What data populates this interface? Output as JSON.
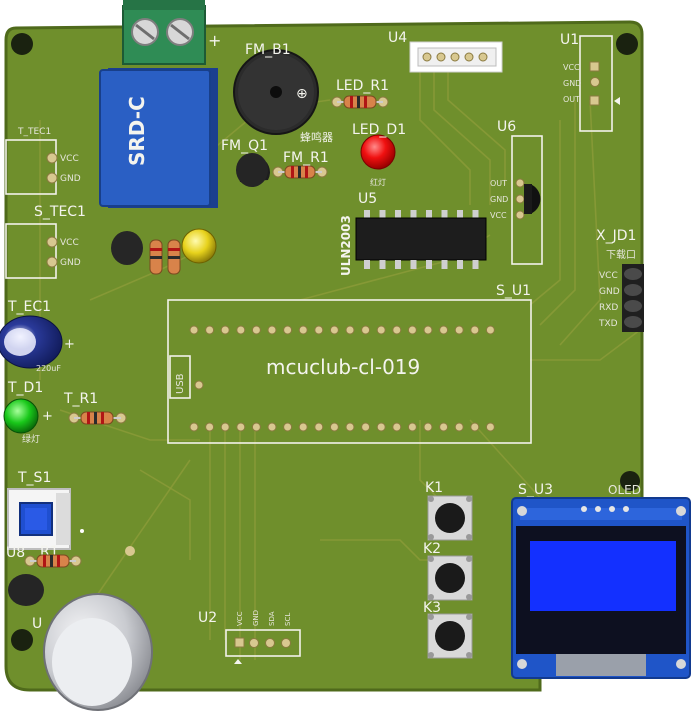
{
  "board": {
    "title": "mcuclub-cl-019",
    "colors": {
      "pcb": "#6f8f2c",
      "silkscreen": "#f4f4ee",
      "relay": "#2a5fc4",
      "oled_bezel": "#1f55c8",
      "oled_screen": "#1330ff"
    }
  },
  "labels": {
    "fm_b1": "FM_B1",
    "buzzer_cn": "蜂鸣器",
    "led_r1": "LED_R1",
    "led_d1": "LED_D1",
    "led_d1_sub": "红灯",
    "fm_q1": "FM_Q1",
    "fm_r1": "FM_R1",
    "relay_text": "SRD-C",
    "u4": "U4",
    "u1": "U1",
    "u1_pins": [
      "VCC",
      "GND",
      "OUT"
    ],
    "u6": "U6",
    "u6_pins": [
      "OUT",
      "GND",
      "VCC"
    ],
    "u5": "U5",
    "uln": "ULN2003",
    "t_tec1": "T_TEC1",
    "s_tec1": "S_TEC1",
    "tec_pins": [
      "VCC",
      "GND"
    ],
    "t_ec1": "T_EC1",
    "t_ec1_value": "220uF",
    "t_d1": "T_D1",
    "t_d1_sub": "绿灯",
    "t_r1": "T_R1",
    "t_s1": "T_S1",
    "u8": "U8",
    "r1": "R1",
    "u3_partial": "U",
    "s_u1": "S_U1",
    "usb": "USB",
    "x_jd1": "X_JD1",
    "x_jd1_sub": "下载口",
    "x_pins": [
      "VCC",
      "GND",
      "RXD",
      "TXD"
    ],
    "k1": "K1",
    "k2": "K2",
    "k3": "K3",
    "s_u3": "S_U3",
    "oled": "OLED",
    "u2": "U2",
    "u2_pins": [
      "VCC",
      "GND",
      "SDA",
      "SCL"
    ]
  }
}
